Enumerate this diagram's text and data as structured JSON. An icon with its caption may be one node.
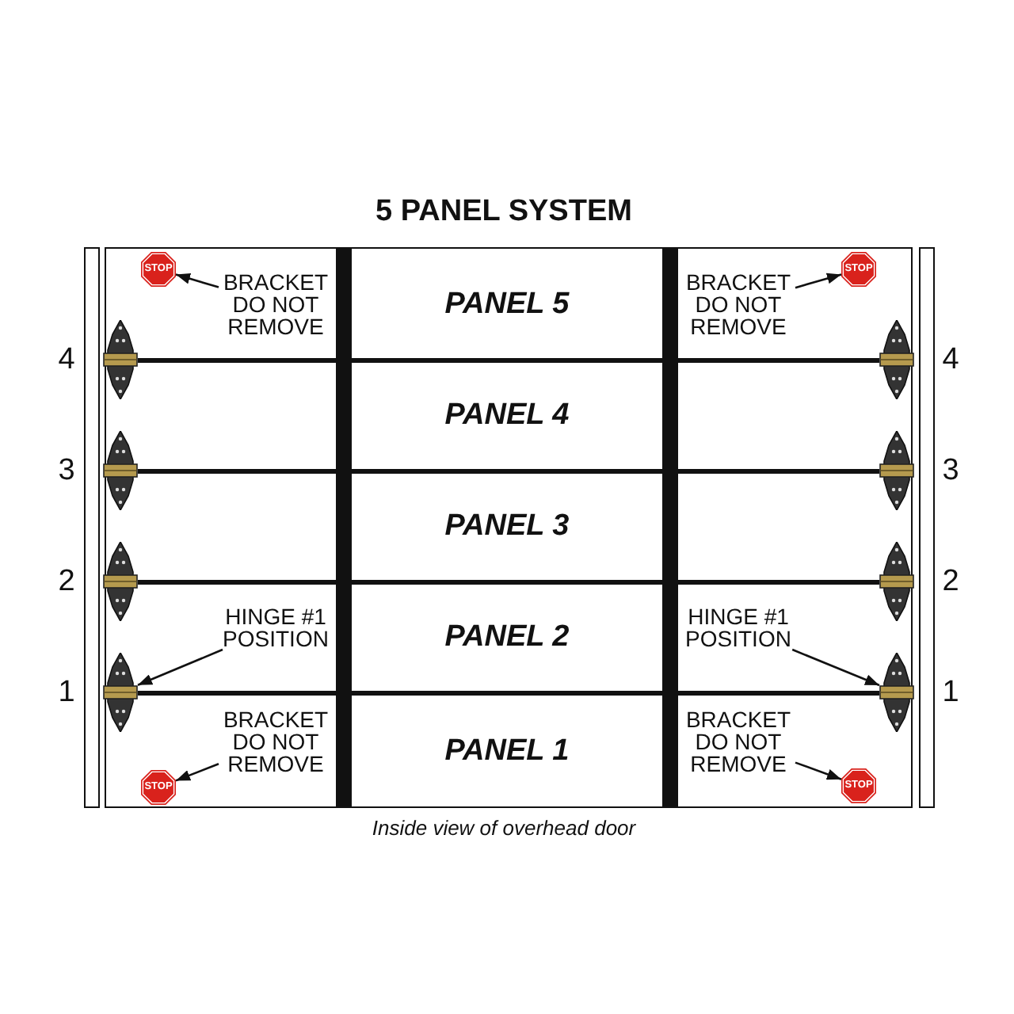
{
  "diagram": {
    "title": "5 PANEL SYSTEM",
    "caption": "Inside view of overhead door",
    "nodes": [
      {
        "text": [
          "PANEL 5"
        ]
      },
      {
        "text": [
          "BRACKET DO NOT REMOVE"
        ],
        "in": 0
      },
      {
        "text": [
          "STOP"
        ],
        "in": 0
      },
      {
        "text": [
          "BRACKET DO NOT REMOVE"
        ],
        "in": 0
      },
      {
        "text": [
          "STOP"
        ],
        "in": 0
      },
      {
        "text": [],
        "shape": "picture"
      },
      {
        "text": [],
        "shape": "picture"
      },
      {
        "text": [
          "PANEL 4"
        ]
      },
      {
        "text": [],
        "shape": "picture"
      },
      {
        "text": [],
        "shape": "picture"
      },
      {
        "text": [
          "PANEL 3"
        ]
      },
      {
        "text": [],
        "shape": "picture"
      },
      {
        "text": [],
        "shape": "picture"
      },
      {
        "text": [
          "PANEL 2"
        ]
      },
      {
        "text": [
          "HINGE #1 POSITION"
        ],
        "in": 13
      },
      {
        "text": [],
        "shape": "picture"
      },
      {
        "text": [
          "HINGE #1 POSITION"
        ],
        "in": 13
      },
      {
        "text": [],
        "shape": "picture"
      },
      {
        "text": [
          "PANEL 1"
        ]
      },
      {
        "text": [
          "BRACKET DO NOT REMOVE"
        ],
        "in": 18
      },
      {
        "text": [
          "STOP"
        ],
        "in": 18
      },
      {
        "text": [
          "BRACKET DO NOT REMOVE"
        ],
        "in": 18
      },
      {
        "text": [
          "STOP"
        ],
        "in": 18
      }
    ],
    "edges": [
      {
        "from": 1,
        "to": 2,
        "arrow": "to"
      },
      {
        "from": 3,
        "to": 4,
        "arrow": "to"
      },
      {
        "from": 14,
        "to": 15,
        "arrow": "to"
      },
      {
        "from": 16,
        "to": 17,
        "arrow": "to"
      },
      {
        "from": 19,
        "to": 20,
        "arrow": "to"
      },
      {
        "from": 21,
        "to": 22,
        "arrow": "to"
      }
    ],
    "labels": [
      "4",
      "4",
      "3",
      "3",
      "2",
      "2",
      "1",
      "1"
    ]
  }
}
